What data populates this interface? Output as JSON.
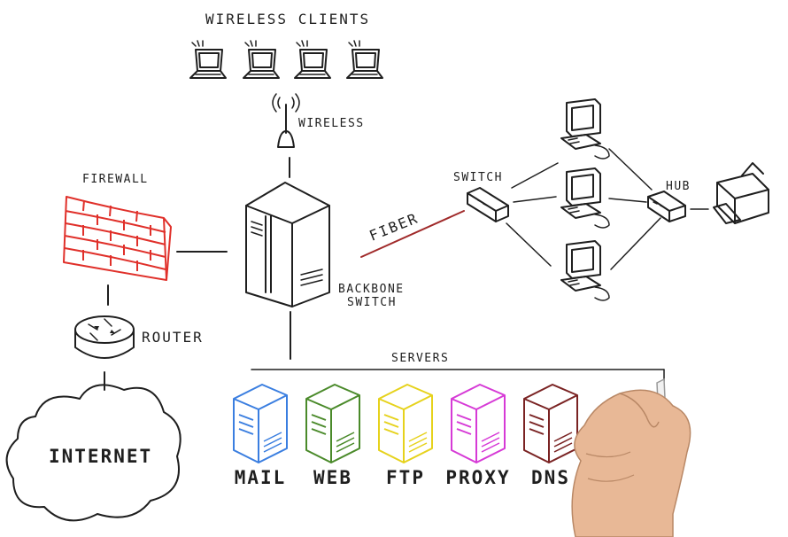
{
  "labels": {
    "wireless_clients": "WIRELESS CLIENTS",
    "wireless": "WIRELESS",
    "firewall": "FIREWALL",
    "router": "ROUTER",
    "internet": "INTERNET",
    "backbone_switch_line1": "BACKBONE",
    "backbone_switch_line2": "SWITCH",
    "fiber": "FIBER",
    "switch": "SWITCH",
    "hub": "HUB",
    "servers": "SERVERS"
  },
  "servers": [
    {
      "label": "MAIL",
      "color": "#3a7ee0"
    },
    {
      "label": "WEB",
      "color": "#4a8a2a"
    },
    {
      "label": "FTP",
      "color": "#e6d21c"
    },
    {
      "label": "PROXY",
      "color": "#d63ad6"
    },
    {
      "label": "DNS",
      "color": "#7a2323"
    }
  ],
  "colors": {
    "firewall": "#e0302a",
    "fiber": "#a02a2a",
    "ink": "#1f1f1f"
  },
  "icons": [
    "laptop-icon",
    "antenna-icon",
    "firewall-icon",
    "router-icon",
    "cloud-icon",
    "server-rack-icon",
    "switch-icon",
    "desktop-computer-icon",
    "hub-icon",
    "printer-icon",
    "server-icon",
    "hand-icon"
  ]
}
